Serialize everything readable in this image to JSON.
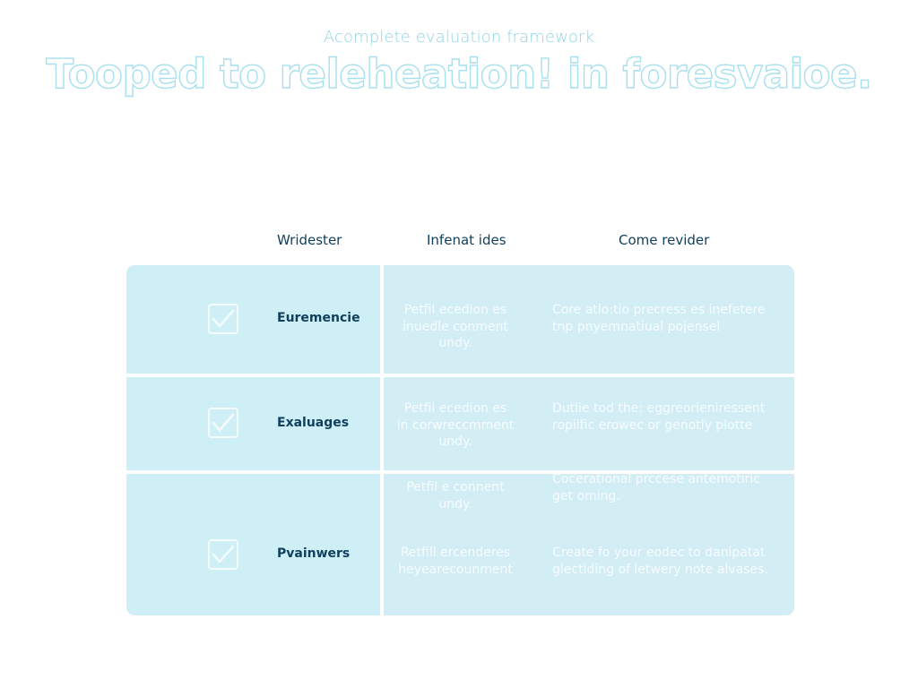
{
  "hero": {
    "eyebrow": "Acomplete evaluation framework",
    "headline": "Tooped to releheation! in foresvaioe."
  },
  "table": {
    "columns": [
      {
        "label": "Wridester"
      },
      {
        "label": "Infenat ides"
      },
      {
        "label": "Come revider"
      }
    ],
    "rows": [
      {
        "feature": "Euremencie",
        "checked": true,
        "icon": "checkbox-checked-icon",
        "mid": [
          "Petfil ecedion es",
          "inuedle conment",
          "undy."
        ],
        "right": [
          "Core atlo:tio precress es inefetere",
          "tnp pnyemnatiual pojensel"
        ]
      },
      {
        "feature": "Exaluages",
        "checked": true,
        "icon": "checkbox-checked-icon",
        "mid": [
          "Petfil ecedion es",
          "in corwreccmment",
          "undy."
        ],
        "right": [
          "Dutlie tod the: eggreorieniressent",
          "ropilfic erowec or genotly plotte"
        ]
      },
      {
        "feature": "Pvainwers",
        "checked": true,
        "icon": "checkbox-checked-icon",
        "mid_top": [
          "Petfil e connent",
          "undy."
        ],
        "right_top": [
          "Cocerational prccese antemotiric",
          "get oming."
        ],
        "mid": [
          "Retfill ercenderes",
          "heyearecounment"
        ],
        "right": [
          "Create fo your eodec to danipatat",
          "glectiding of letwery note alvases."
        ]
      }
    ]
  },
  "colors": {
    "accent_outline": "#a8e0ee",
    "eyebrow": "#8fd3e6",
    "cell_bg": "#cfeff6",
    "label_text": "#0f3f5c"
  }
}
